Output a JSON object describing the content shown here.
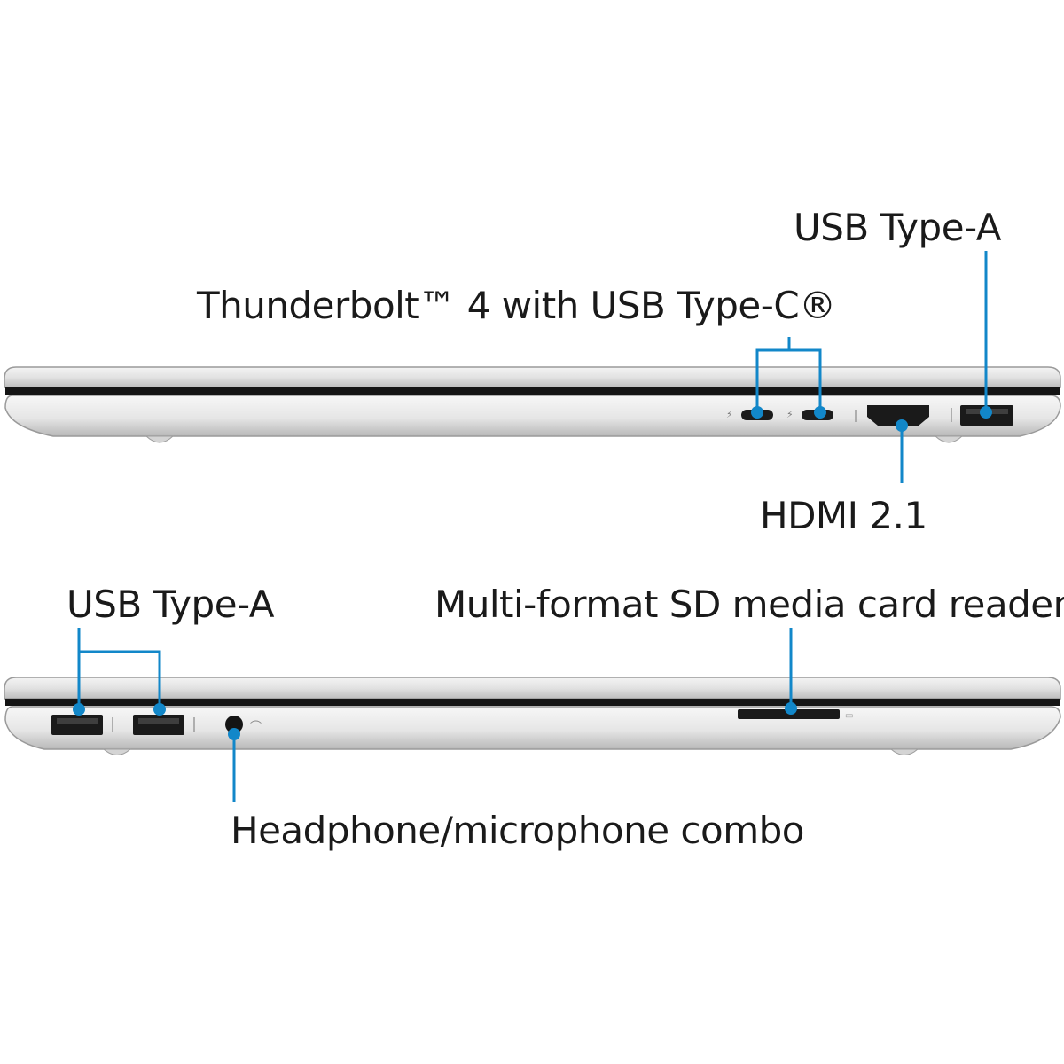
{
  "accent_color": "#1287c9",
  "right_side": {
    "labels": {
      "usb_a": "USB Type-A",
      "thunderbolt": "Thunderbolt™ 4 with USB Type-C®",
      "hdmi": "HDMI 2.1"
    },
    "ports": [
      "usb-c",
      "usb-c",
      "hdmi",
      "usb-a"
    ]
  },
  "left_side": {
    "labels": {
      "usb_a": "USB Type-A",
      "sd_reader": "Multi-format SD media card reader",
      "audio": "Headphone/microphone combo"
    },
    "ports": [
      "usb-a",
      "usb-a",
      "audio-jack",
      "sd-card-slot"
    ]
  }
}
